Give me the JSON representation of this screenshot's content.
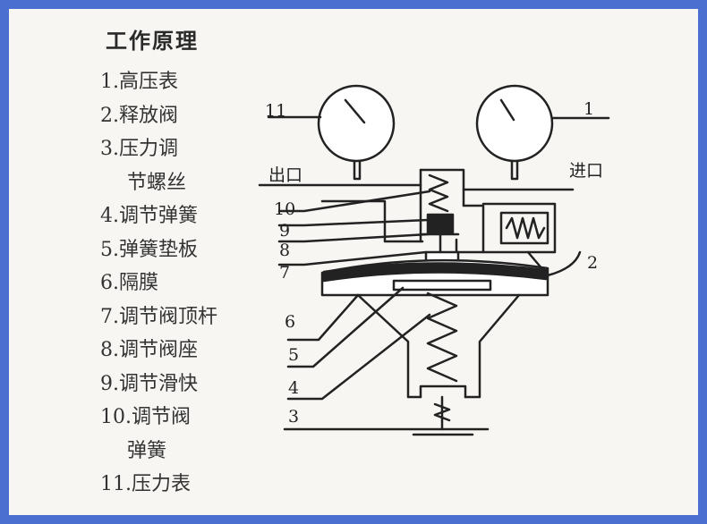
{
  "title": "工作原理",
  "legend": [
    "1.高压表",
    "2.释放阀",
    "3.压力调",
    "节螺丝",
    "4.调节弹簧",
    "5.弹簧垫板",
    "6.隔膜",
    "7.调节阀顶杆",
    "8.调节阀座",
    "9.调节滑快",
    "10.调节阀",
    "弹簧",
    "11.压力表"
  ],
  "diagram": {
    "outlet_label": "出口",
    "inlet_label": "进口",
    "callouts": {
      "n1": "1",
      "n2": "2",
      "n3": "3",
      "n4": "4",
      "n5": "5",
      "n6": "6",
      "n7": "7",
      "n8": "8",
      "n9": "9",
      "n10": "10",
      "n11": "11"
    }
  },
  "colors": {
    "border": "#4a6fd1",
    "ink": "#222222",
    "paper": "#f7f6f2"
  }
}
